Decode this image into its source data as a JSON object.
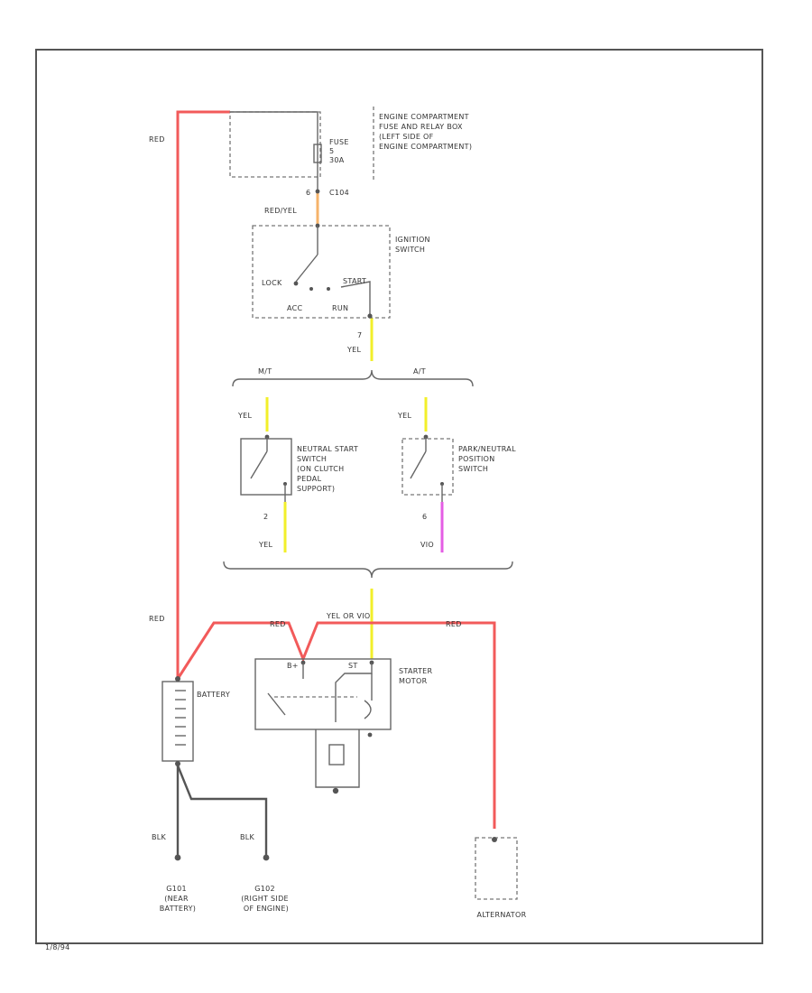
{
  "diagram": {
    "figure_id": "1/8/94",
    "fuse_box": {
      "label_lines": [
        "ENGINE COMPARTMENT",
        "FUSE AND RELAY BOX",
        "(LEFT SIDE OF",
        "ENGINE COMPARTMENT)"
      ]
    },
    "fuse": {
      "label_lines": [
        "FUSE",
        "5",
        "30A"
      ]
    },
    "connector_c104": {
      "label": "C104",
      "pin": "6"
    },
    "ignition_switch": {
      "label_lines": [
        "IGNITION",
        "SWITCH"
      ],
      "lock": "LOCK",
      "acc": "ACC",
      "run": "RUN",
      "start": "START",
      "pin": "7"
    },
    "mt_label": "M/T",
    "at_label": "A/T",
    "neutral_start_switch": {
      "label_lines": [
        "NEUTRAL START",
        "SWITCH",
        "(ON CLUTCH",
        "PEDAL",
        "SUPPORT)"
      ],
      "pin": "2"
    },
    "park_neutral_switch": {
      "label_lines": [
        "PARK/NEUTRAL",
        "POSITION",
        "SWITCH"
      ],
      "pin": "6"
    },
    "starter_motor": {
      "label_lines": [
        "STARTER",
        "MOTOR"
      ],
      "terminal_b": "B+",
      "terminal_st": "ST"
    },
    "battery": {
      "label": "BATTERY"
    },
    "alternator": {
      "label": "ALTERNATOR"
    },
    "ground_g101": {
      "label_lines": [
        "G101",
        "(NEAR",
        "BATTERY)"
      ]
    },
    "ground_g102": {
      "label_lines": [
        "G102",
        "(RIGHT SIDE",
        "OF ENGINE)"
      ]
    },
    "wire_labels": {
      "red_top": "RED",
      "red_yel": "RED/YEL",
      "yel_ign": "YEL",
      "yel_mt_in": "YEL",
      "yel_at_in": "YEL",
      "yel_mt_out": "YEL",
      "vio_at_out": "VIO",
      "red_batt": "RED",
      "red_starter": "RED",
      "yel_or_vio": "YEL OR VIO",
      "red_alt": "RED",
      "blk_g101": "BLK",
      "blk_g102": "BLK"
    },
    "wire_colors": {
      "red": "#f25a5a",
      "yellow": "#f2ef2a",
      "violet": "#e45de4",
      "red_yellow": "#f6b36a",
      "black": "#555555"
    }
  }
}
